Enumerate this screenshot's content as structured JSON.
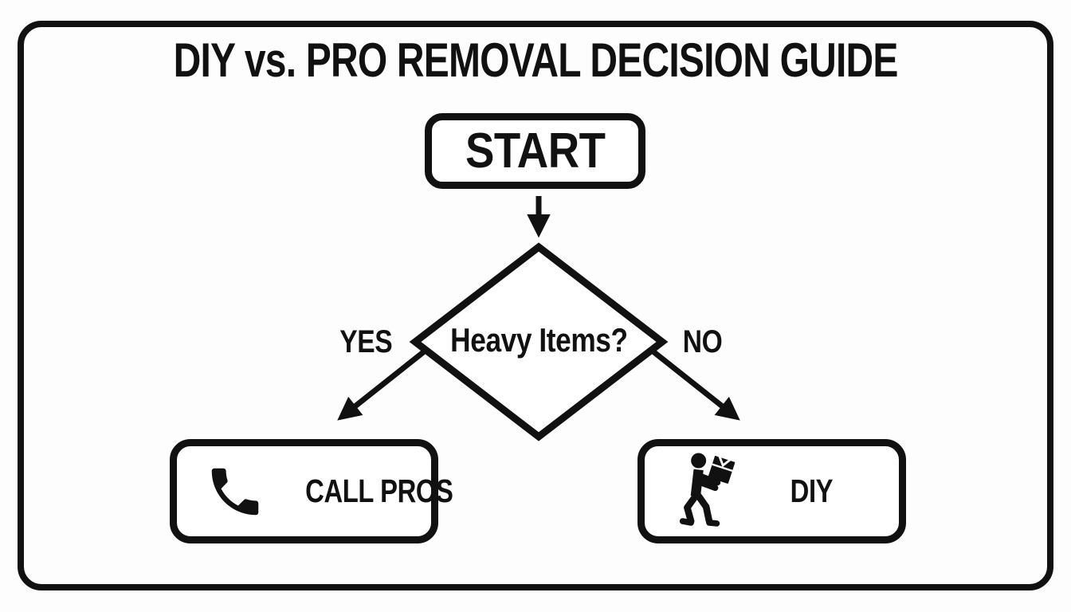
{
  "title": "DIY vs. PRO REMOVAL DECISION GUIDE",
  "flowchart": {
    "start": {
      "label": "START"
    },
    "decision": {
      "question": "Heavy Items?",
      "yes_label": "YES",
      "no_label": "NO"
    },
    "outcomes": {
      "yes": {
        "label": "CALL PROS",
        "icon": "phone-icon"
      },
      "no": {
        "label": "DIY",
        "icon": "person-carrying-box-icon"
      }
    }
  },
  "colors": {
    "ink": "#111111",
    "paper": "#fdfdfd"
  }
}
